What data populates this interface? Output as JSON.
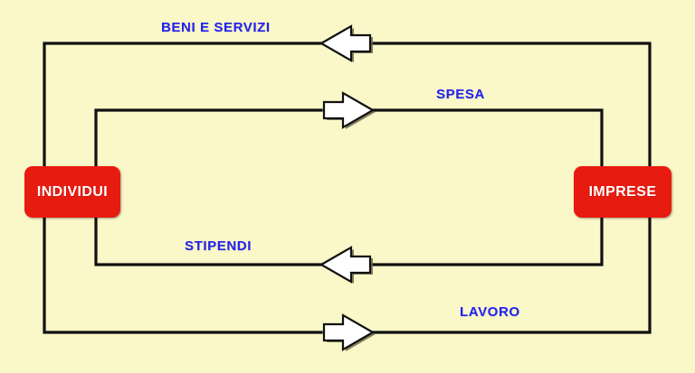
{
  "diagram": {
    "title": "Circular flow of income diagram",
    "background_color": "#FAF7C8",
    "line_color": "#111111",
    "nodes": [
      {
        "id": "individui",
        "label": "INDIVIDUI",
        "fill_color": "#E81B10",
        "text_color": "#FFFFFF"
      },
      {
        "id": "imprese",
        "label": "IMPRESE",
        "fill_color": "#E81B10",
        "text_color": "#FFFFFF"
      }
    ],
    "edges": [
      {
        "id": "beni-e-servizi",
        "label": "BENI E SERVIZI",
        "label_color": "#2222EE",
        "from": "imprese",
        "to": "individui",
        "direction": "left",
        "arrow_style": "block-arrow-outline"
      },
      {
        "id": "spesa",
        "label": "SPESA",
        "label_color": "#2222EE",
        "from": "individui",
        "to": "imprese",
        "direction": "right",
        "arrow_style": "block-arrow-outline"
      },
      {
        "id": "stipendi",
        "label": "STIPENDI",
        "label_color": "#2222EE",
        "from": "imprese",
        "to": "individui",
        "direction": "left",
        "arrow_style": "block-arrow-outline"
      },
      {
        "id": "lavoro",
        "label": "LAVORO",
        "label_color": "#2222EE",
        "from": "individui",
        "to": "imprese",
        "direction": "right",
        "arrow_style": "block-arrow-outline"
      }
    ]
  }
}
